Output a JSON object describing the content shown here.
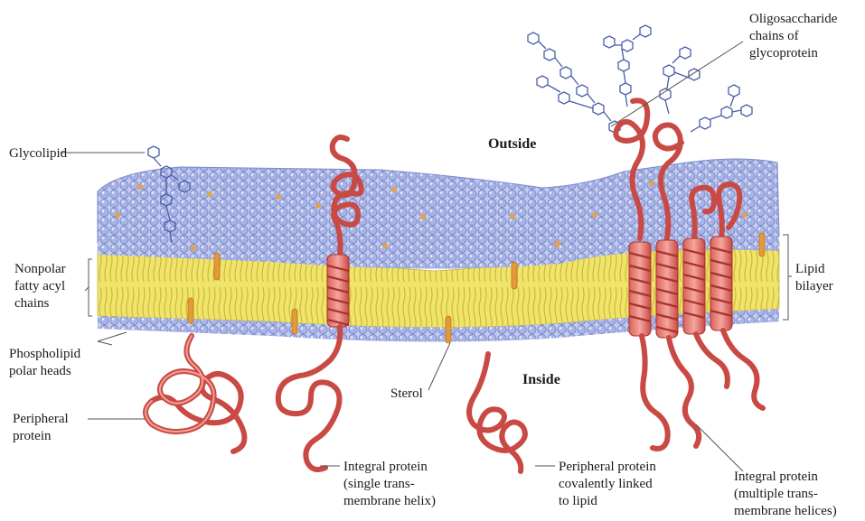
{
  "labels": {
    "outside": "Outside",
    "inside": "Inside",
    "glycolipid": "Glycolipid",
    "oligosaccharide": [
      "Oligosaccharide",
      "chains of",
      "glycoprotein"
    ],
    "nonpolar": [
      "Nonpolar",
      "fatty acyl",
      "chains"
    ],
    "lipid_bilayer": [
      "Lipid",
      "bilayer"
    ],
    "phospholipid": [
      "Phospholipid",
      "polar heads"
    ],
    "sterol": "Sterol",
    "peripheral_protein": [
      "Peripheral",
      "protein"
    ],
    "integral_single": [
      "Integral protein",
      "(single trans-",
      "membrane helix)"
    ],
    "peripheral_linked": [
      "Peripheral protein",
      "covalently linked",
      "to lipid"
    ],
    "integral_multiple": [
      "Integral protein",
      "(multiple trans-",
      "membrane helices)"
    ]
  },
  "colors": {
    "head_group": "#a9b4e6",
    "head_outline": "#6f7fc4",
    "acyl_core": "#f0e46a",
    "acyl_stripe": "#c8b63a",
    "protein": "#c94a44",
    "sterol": "#e39b3a",
    "sugar": "#4a5da8"
  }
}
